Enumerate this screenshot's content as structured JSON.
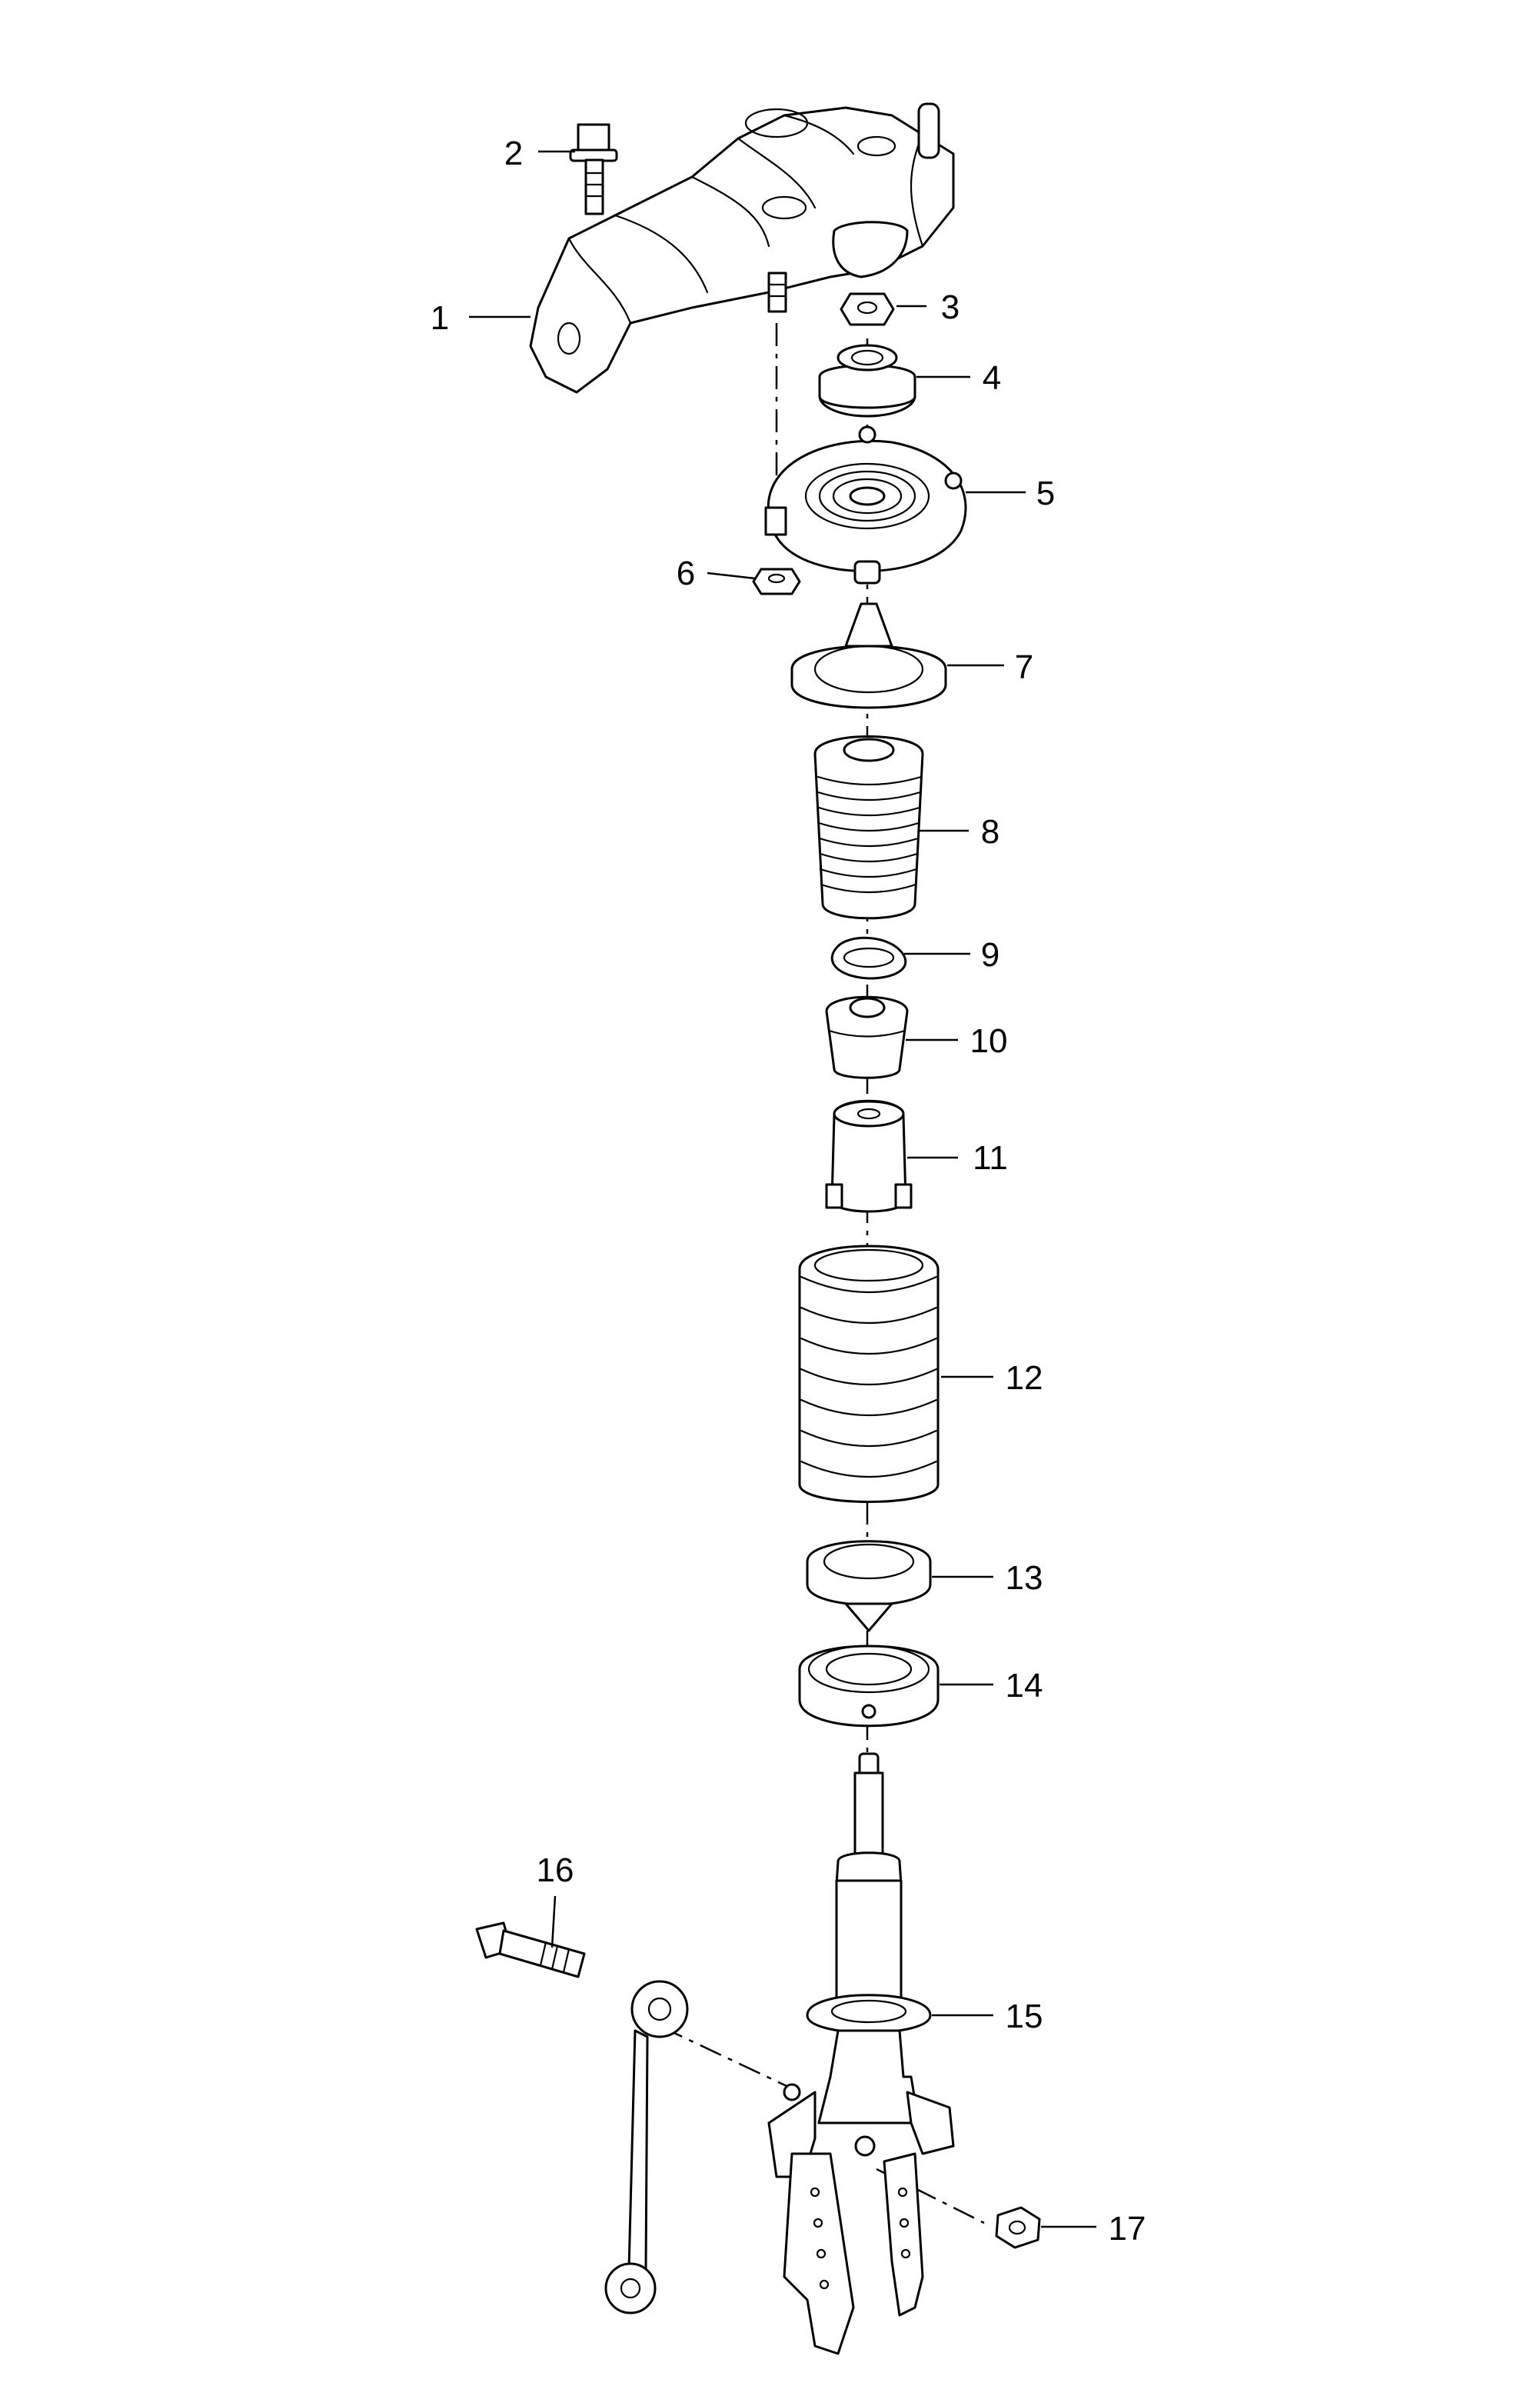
{
  "diagram": {
    "callouts": [
      {
        "id": 1,
        "label": "1"
      },
      {
        "id": 2,
        "label": "2"
      },
      {
        "id": 3,
        "label": "3"
      },
      {
        "id": 4,
        "label": "4"
      },
      {
        "id": 5,
        "label": "5"
      },
      {
        "id": 6,
        "label": "6"
      },
      {
        "id": 7,
        "label": "7"
      },
      {
        "id": 8,
        "label": "8"
      },
      {
        "id": 9,
        "label": "9"
      },
      {
        "id": 10,
        "label": "10"
      },
      {
        "id": 11,
        "label": "11"
      },
      {
        "id": 12,
        "label": "12"
      },
      {
        "id": 13,
        "label": "13"
      },
      {
        "id": 14,
        "label": "14"
      },
      {
        "id": 15,
        "label": "15"
      },
      {
        "id": 16,
        "label": "16"
      },
      {
        "id": 17,
        "label": "17"
      }
    ]
  },
  "colors": {
    "line": "#000000",
    "background": "#ffffff"
  }
}
